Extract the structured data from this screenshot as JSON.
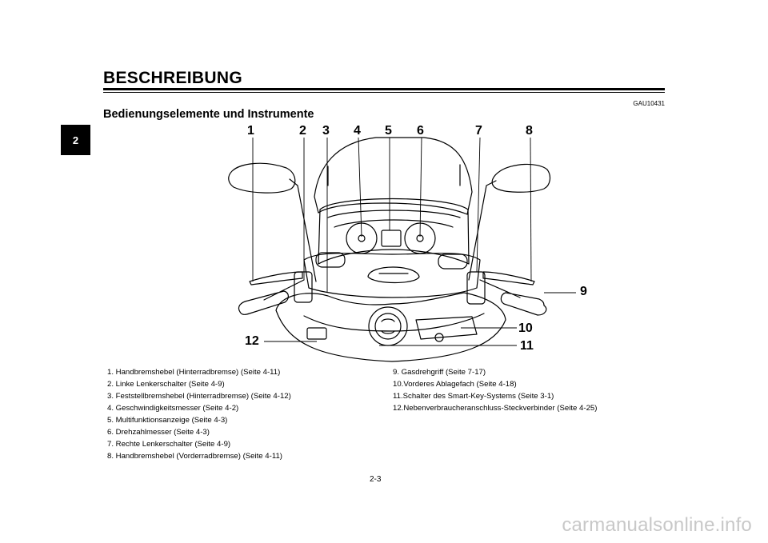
{
  "chapter_tab": "2",
  "title": "BESCHREIBUNG",
  "code": "GAU10431",
  "subtitle": "Bedienungselemente und Instrumente",
  "callouts": [
    "1",
    "2",
    "3",
    "4",
    "5",
    "6",
    "7",
    "8",
    "9",
    "10",
    "11",
    "12"
  ],
  "legend_left": [
    "1.  Handbremshebel (Hinterradbremse) (Seite 4-11)",
    "2.  Linke Lenkerschalter (Seite 4-9)",
    "3.  Feststellbremshebel (Hinterradbremse) (Seite 4-12)",
    "4.  Geschwindigkeitsmesser (Seite 4-2)",
    "5.  Multifunktionsanzeige (Seite 4-3)",
    "6.  Drehzahlmesser (Seite 4-3)",
    "7.  Rechte Lenkerschalter (Seite 4-9)",
    "8.  Handbremshebel (Vorderradbremse) (Seite 4-11)"
  ],
  "legend_right": [
    "9.  Gasdrehgriff (Seite 7-17)",
    "10.Vorderes Ablagefach (Seite 4-18)",
    "11.Schalter des Smart-Key-Systems (Seite 3-1)",
    "12.Nebenverbraucheranschluss-Steckverbinder (Seite 4-25)"
  ],
  "page_number": "2-3",
  "watermark": "carmanualsonline.info"
}
